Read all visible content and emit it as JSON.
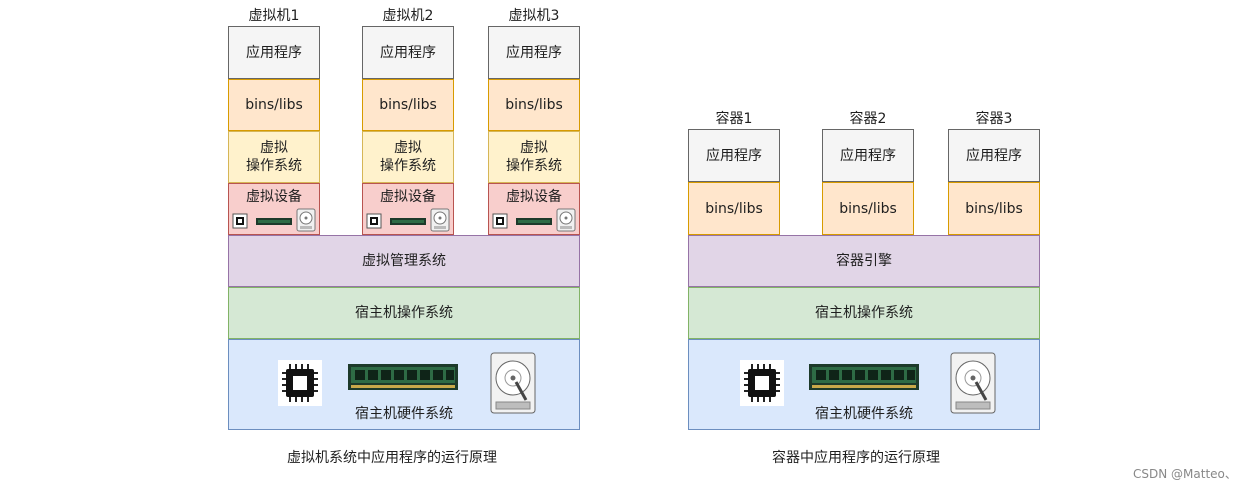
{
  "vm_diagram": {
    "vm_titles": [
      "虚拟机1",
      "虚拟机2",
      "虚拟机3"
    ],
    "app_label": "应用程序",
    "libs_label": "bins/libs",
    "guest_os_label": "虚拟\n操作系统",
    "virtual_device_label": "虚拟设备",
    "hypervisor_label": "虚拟管理系统",
    "host_os_label": "宿主机操作系统",
    "host_hw_label": "宿主机硬件系统",
    "caption": "虚拟机系统中应用程序的运行原理"
  },
  "container_diagram": {
    "container_titles": [
      "容器1",
      "容器2",
      "容器3"
    ],
    "app_label": "应用程序",
    "libs_label": "bins/libs",
    "engine_label": "容器引擎",
    "host_os_label": "宿主机操作系统",
    "host_hw_label": "宿主机硬件系统",
    "caption": "容器中应用程序的运行原理"
  },
  "watermark": "CSDN @Matteo、",
  "icons": [
    "cpu-icon",
    "memory-icon",
    "hard-disk-icon"
  ],
  "colors": {
    "app_fill": "#f5f5f5",
    "libs_fill": "#ffe6cc",
    "guest_os_fill": "#fff2cc",
    "device_fill": "#f8cecc",
    "hypervisor_fill": "#e1d5e7",
    "host_os_fill": "#d5e8d4",
    "hardware_fill": "#dae8fc"
  }
}
